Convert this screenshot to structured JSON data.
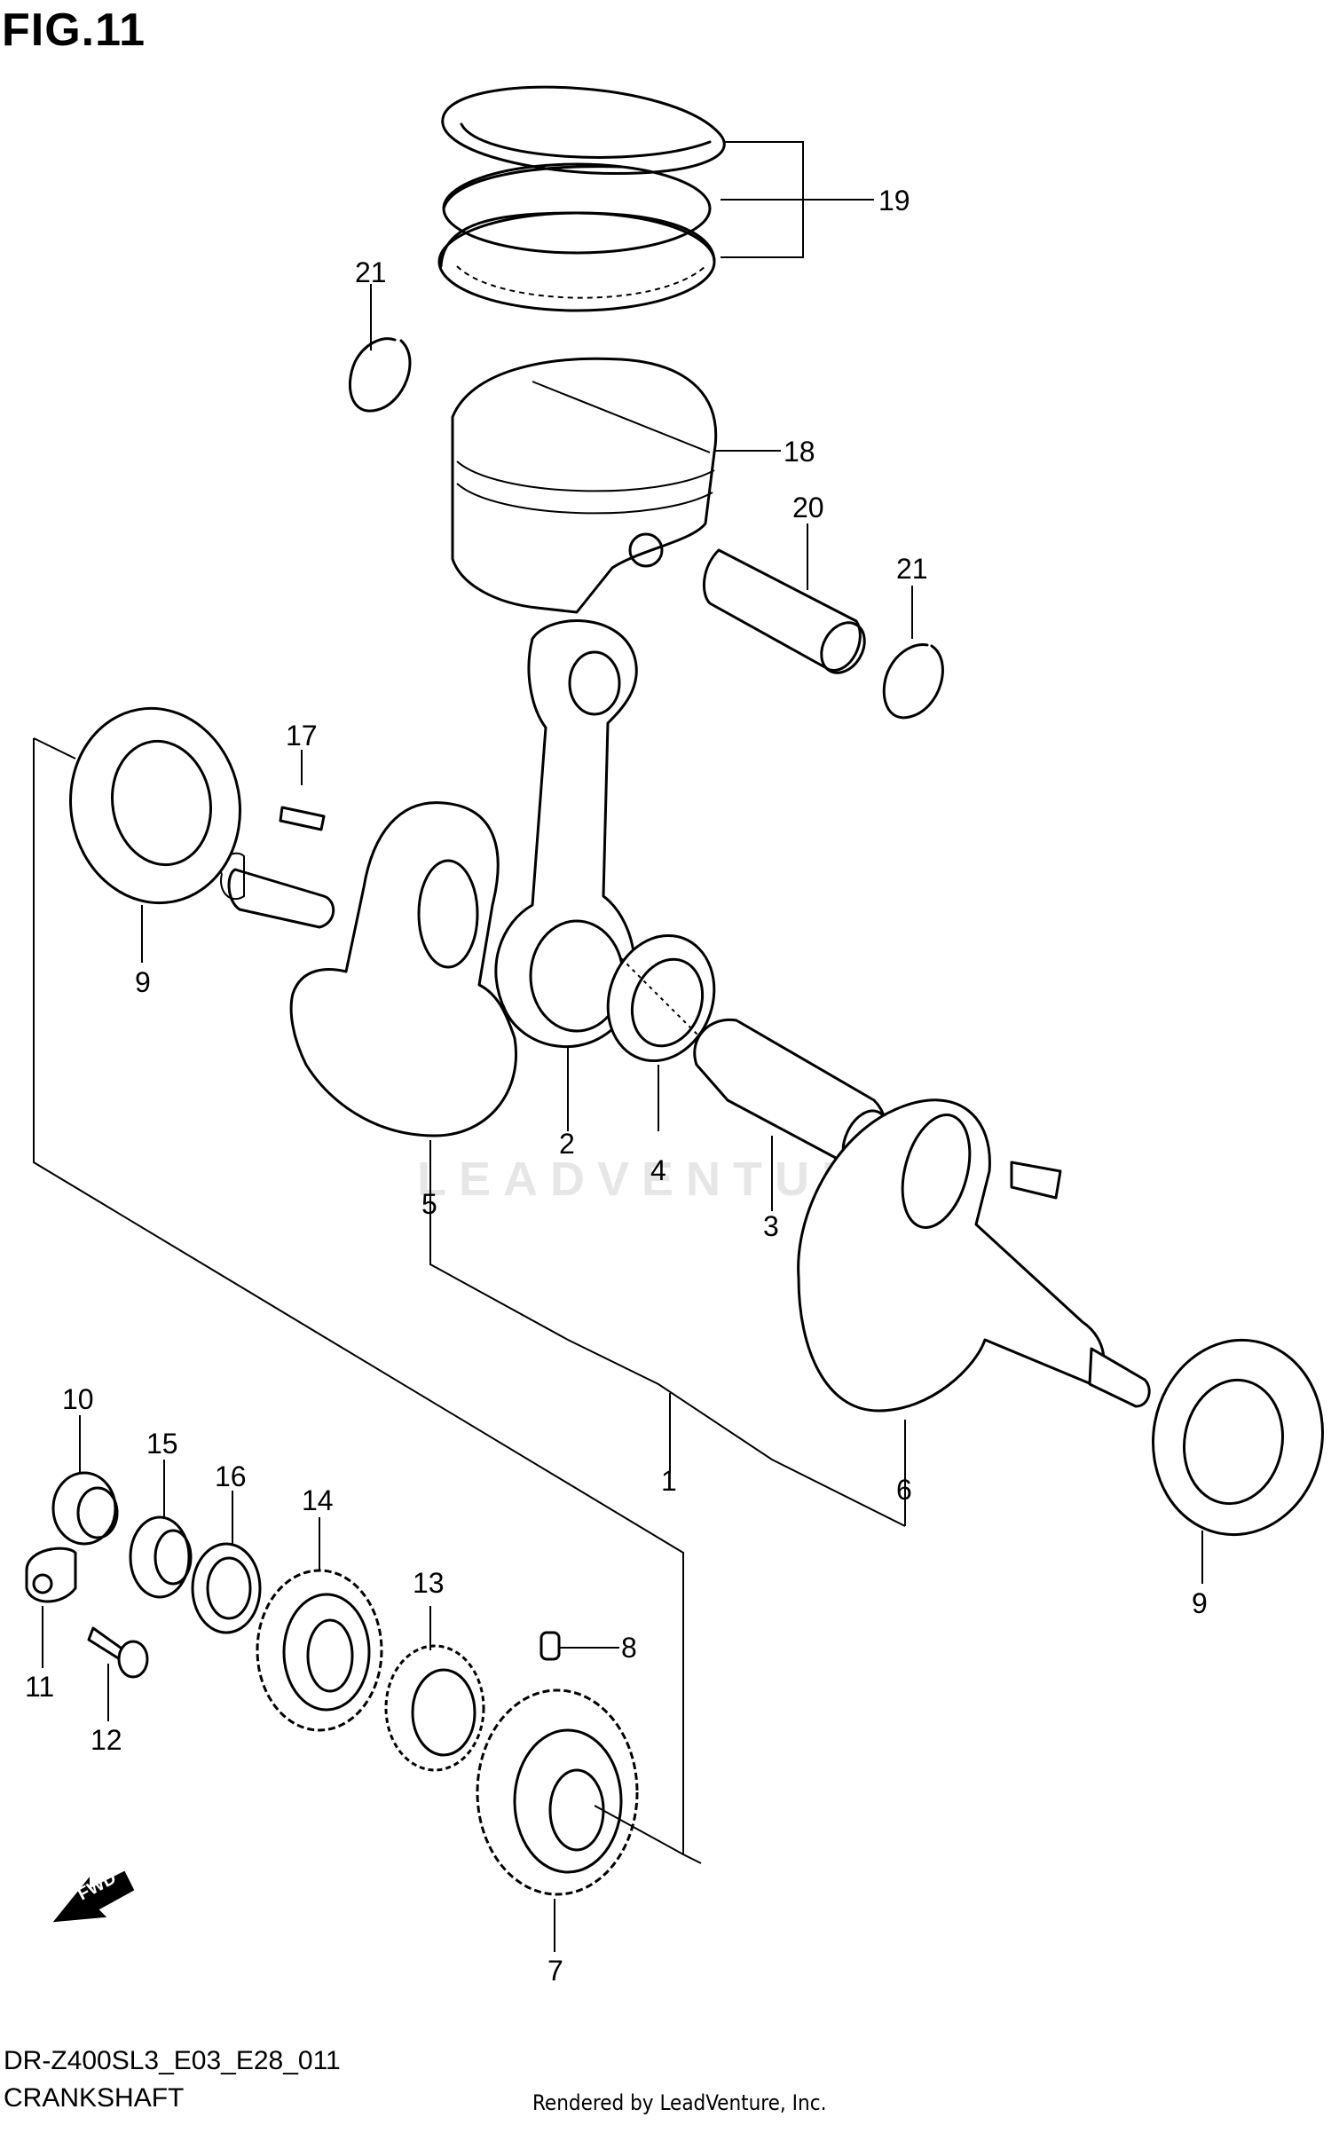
{
  "figure": {
    "title": "FIG.11",
    "reference_code": "DR-Z400SL3_E03_E28_011",
    "section_title": "CRANKSHAFT",
    "credit": "Rendered by LeadVenture, Inc.",
    "watermark": "LEADVENTURE",
    "fwd_label": "FWD"
  },
  "callouts": [
    {
      "id": "c19",
      "label": "19"
    },
    {
      "id": "c21a",
      "label": "21"
    },
    {
      "id": "c18",
      "label": "18"
    },
    {
      "id": "c20",
      "label": "20"
    },
    {
      "id": "c21b",
      "label": "21"
    },
    {
      "id": "c17",
      "label": "17"
    },
    {
      "id": "c9a",
      "label": "9"
    },
    {
      "id": "c2",
      "label": "2"
    },
    {
      "id": "c4",
      "label": "4"
    },
    {
      "id": "c5",
      "label": "5"
    },
    {
      "id": "c3",
      "label": "3"
    },
    {
      "id": "c1",
      "label": "1"
    },
    {
      "id": "c6",
      "label": "6"
    },
    {
      "id": "c10",
      "label": "10"
    },
    {
      "id": "c15",
      "label": "15"
    },
    {
      "id": "c16",
      "label": "16"
    },
    {
      "id": "c14",
      "label": "14"
    },
    {
      "id": "c13",
      "label": "13"
    },
    {
      "id": "c8",
      "label": "8"
    },
    {
      "id": "c11",
      "label": "11"
    },
    {
      "id": "c12",
      "label": "12"
    },
    {
      "id": "c9b",
      "label": "9"
    },
    {
      "id": "c7",
      "label": "7"
    }
  ]
}
